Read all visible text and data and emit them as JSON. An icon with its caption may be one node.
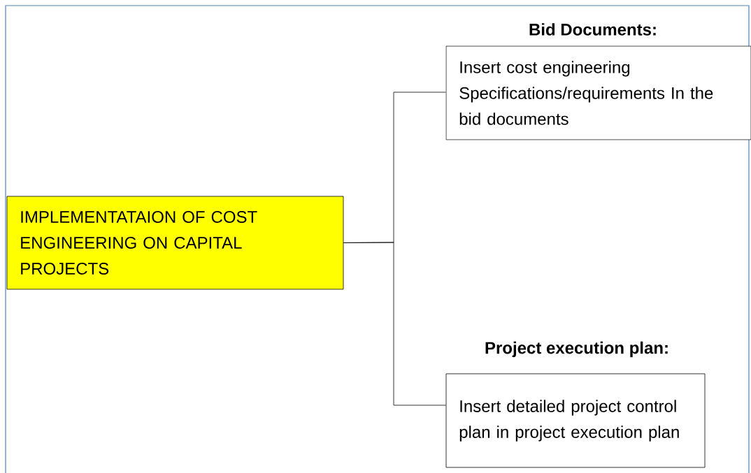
{
  "diagram": {
    "nodes": [
      {
        "text": [
          "IMPLEMENTATAION OF COST ENGINEERING ON CAPITAL PROJECTS"
        ]
      },
      {
        "text": [
          "Bid Documents:",
          "Insert cost engineering Specifications/requirements In the bid documents"
        ]
      },
      {
        "text": [
          "Project execution plan:",
          "Insert detailed project control plan in project execution plan"
        ]
      }
    ],
    "edges": [
      {
        "from": 0,
        "to": 1,
        "arrow": "none"
      },
      {
        "from": 0,
        "to": 2,
        "arrow": "none"
      }
    ]
  }
}
